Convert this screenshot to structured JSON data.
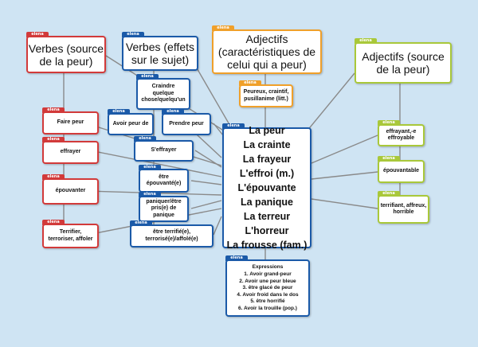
{
  "tag_label": "elena",
  "colors": {
    "background": "#cfe4f3",
    "red": "#d23a3a",
    "blue": "#1b5aa8",
    "orange": "#f0a02a",
    "green": "#a9c83a",
    "connector": "#8a8a8a"
  },
  "nodes": {
    "verbes_source": "Verbes  (source\nde la peur)",
    "verbes_effets": "Verbes (effets\nsur le sujet)",
    "adjectifs_caract": "Adjectifs\n(caractéristiques de\ncelui qui a peur)",
    "adjectifs_source": "Adjectifs (source\nde la peur)",
    "faire_peur": "Faire peur",
    "effrayer": "effrayer",
    "epouvanter": "épouvanter",
    "terrifier": "Terrifier,\nterroriser, affoler",
    "craindre": "Craindre\nquelque\nchose/quelqu'un",
    "avoir_peur_de": "Avoir peur de",
    "prendre_peur": "Prendre peur",
    "s_effrayer": "S'effrayer",
    "etre_epouvante": "être\népouvanté(e)",
    "panique": "paniquer/être\npris(e) de\npanique",
    "etre_terrifie": "être terrifié(e),\nterrorisé(e)/affolé(e)",
    "peureux": "Peureux, craintif,\npusillanime (litt.)",
    "effrayant": "effrayant,-e\neffroyable",
    "epouvantable": "épouvantable",
    "terrifiant": "terrifiant, affreux,\nhorrible"
  },
  "center_words": [
    "La peur",
    "La crainte",
    "La frayeur",
    "L'effroi (m.)",
    "L'épouvante",
    "La panique",
    "La terreur",
    "L'horreur",
    "La frousse (fam.)"
  ],
  "expressions": {
    "title": "Expressions",
    "items": [
      "1. Avoir grand-peur",
      "2. Avoir une peur bleue",
      "3. être glacé de peur",
      "4. Avoir froid dans le dos",
      "5. être horrifié",
      "6. Avoir la trouille (pop.)"
    ]
  }
}
